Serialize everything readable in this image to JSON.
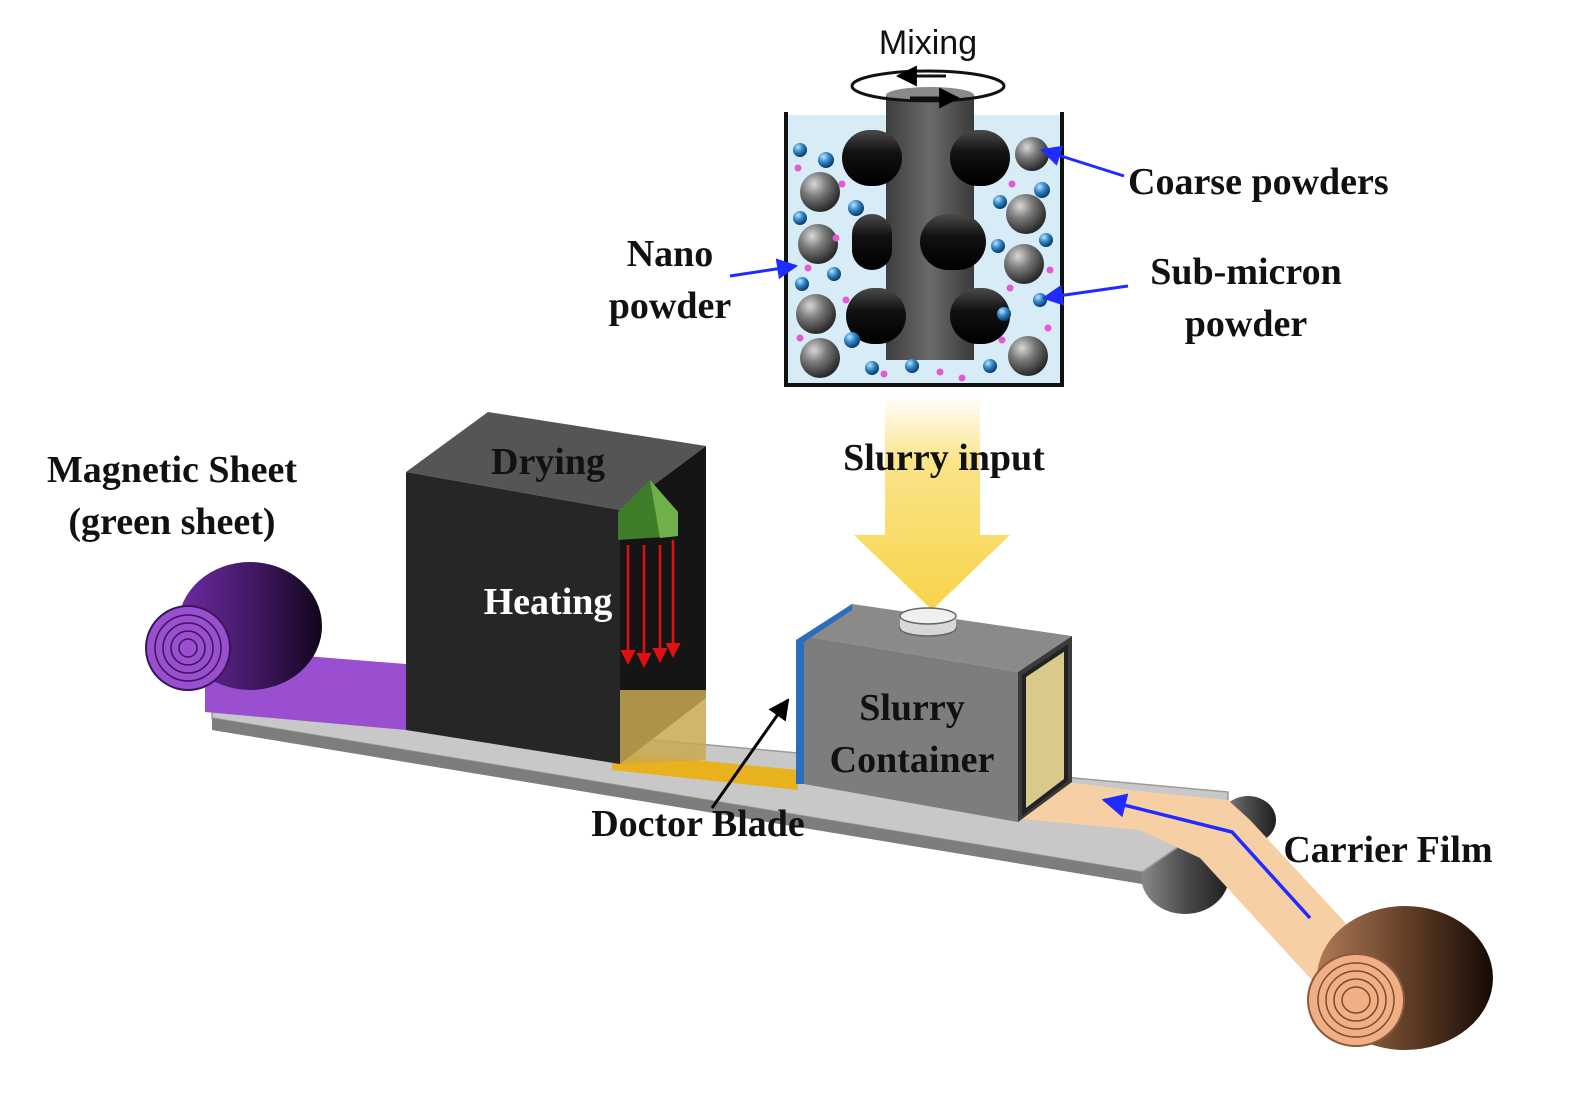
{
  "labels": {
    "mixing": "Mixing",
    "coarse_powders": "Coarse powders",
    "nano_line1": "Nano",
    "nano_line2": "powder",
    "submicron_line1": "Sub-micron",
    "submicron_line2": "powder",
    "magnetic_line1": "Magnetic Sheet",
    "magnetic_line2": "(green sheet)",
    "drying": "Drying",
    "heating": "Heating",
    "slurry_input": "Slurry input",
    "slurry_container_line1": "Slurry",
    "slurry_container_line2": "Container",
    "doctor_blade": "Doctor Blade",
    "carrier_film": "Carrier Film"
  },
  "colors": {
    "green_sheet": "#9a4fd0",
    "slurry_layer": "#e7b21d",
    "carrier_film": "#f7cfa5",
    "arrow_yellow": "#f7d44a",
    "label_arrow": "#1f2bff",
    "heat_arrow": "#e01010"
  }
}
